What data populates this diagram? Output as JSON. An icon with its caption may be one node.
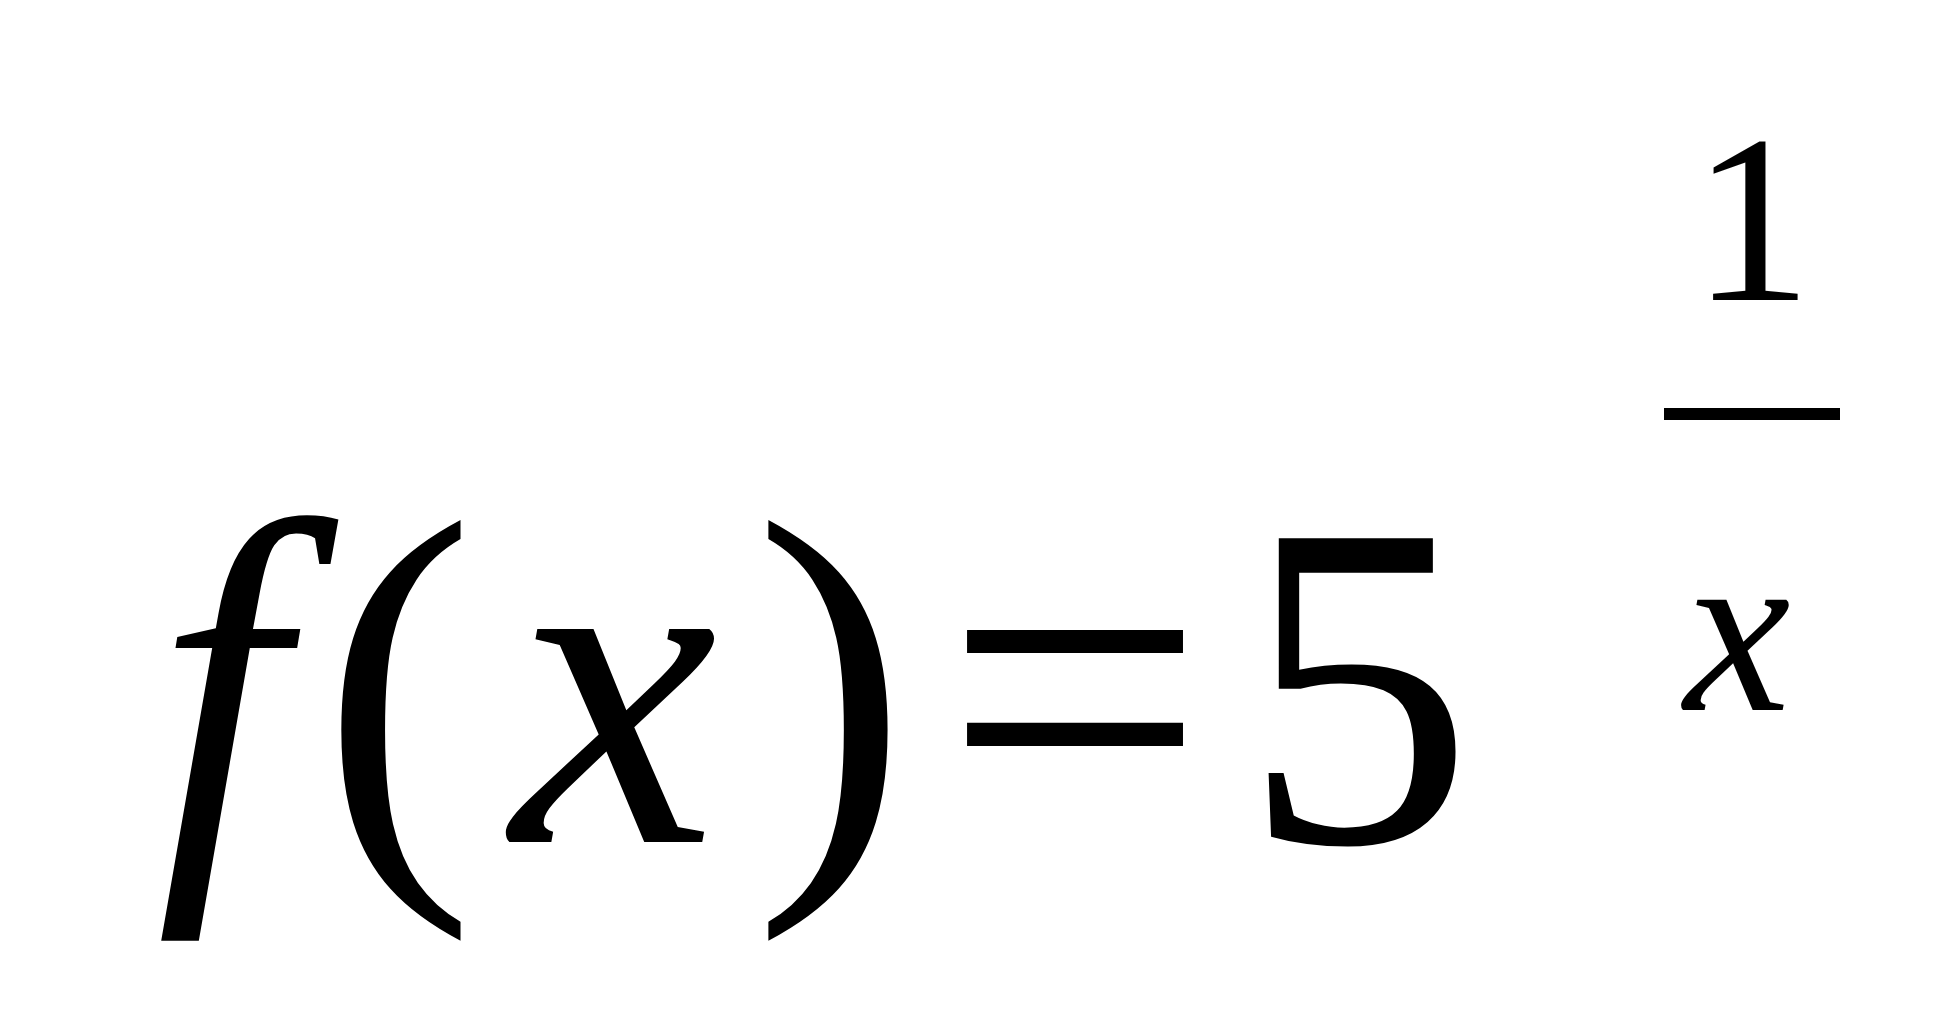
{
  "diagram": {
    "labels": [
      "*f*(*x*)=5",
      "1",
      "*x*"
    ]
  }
}
